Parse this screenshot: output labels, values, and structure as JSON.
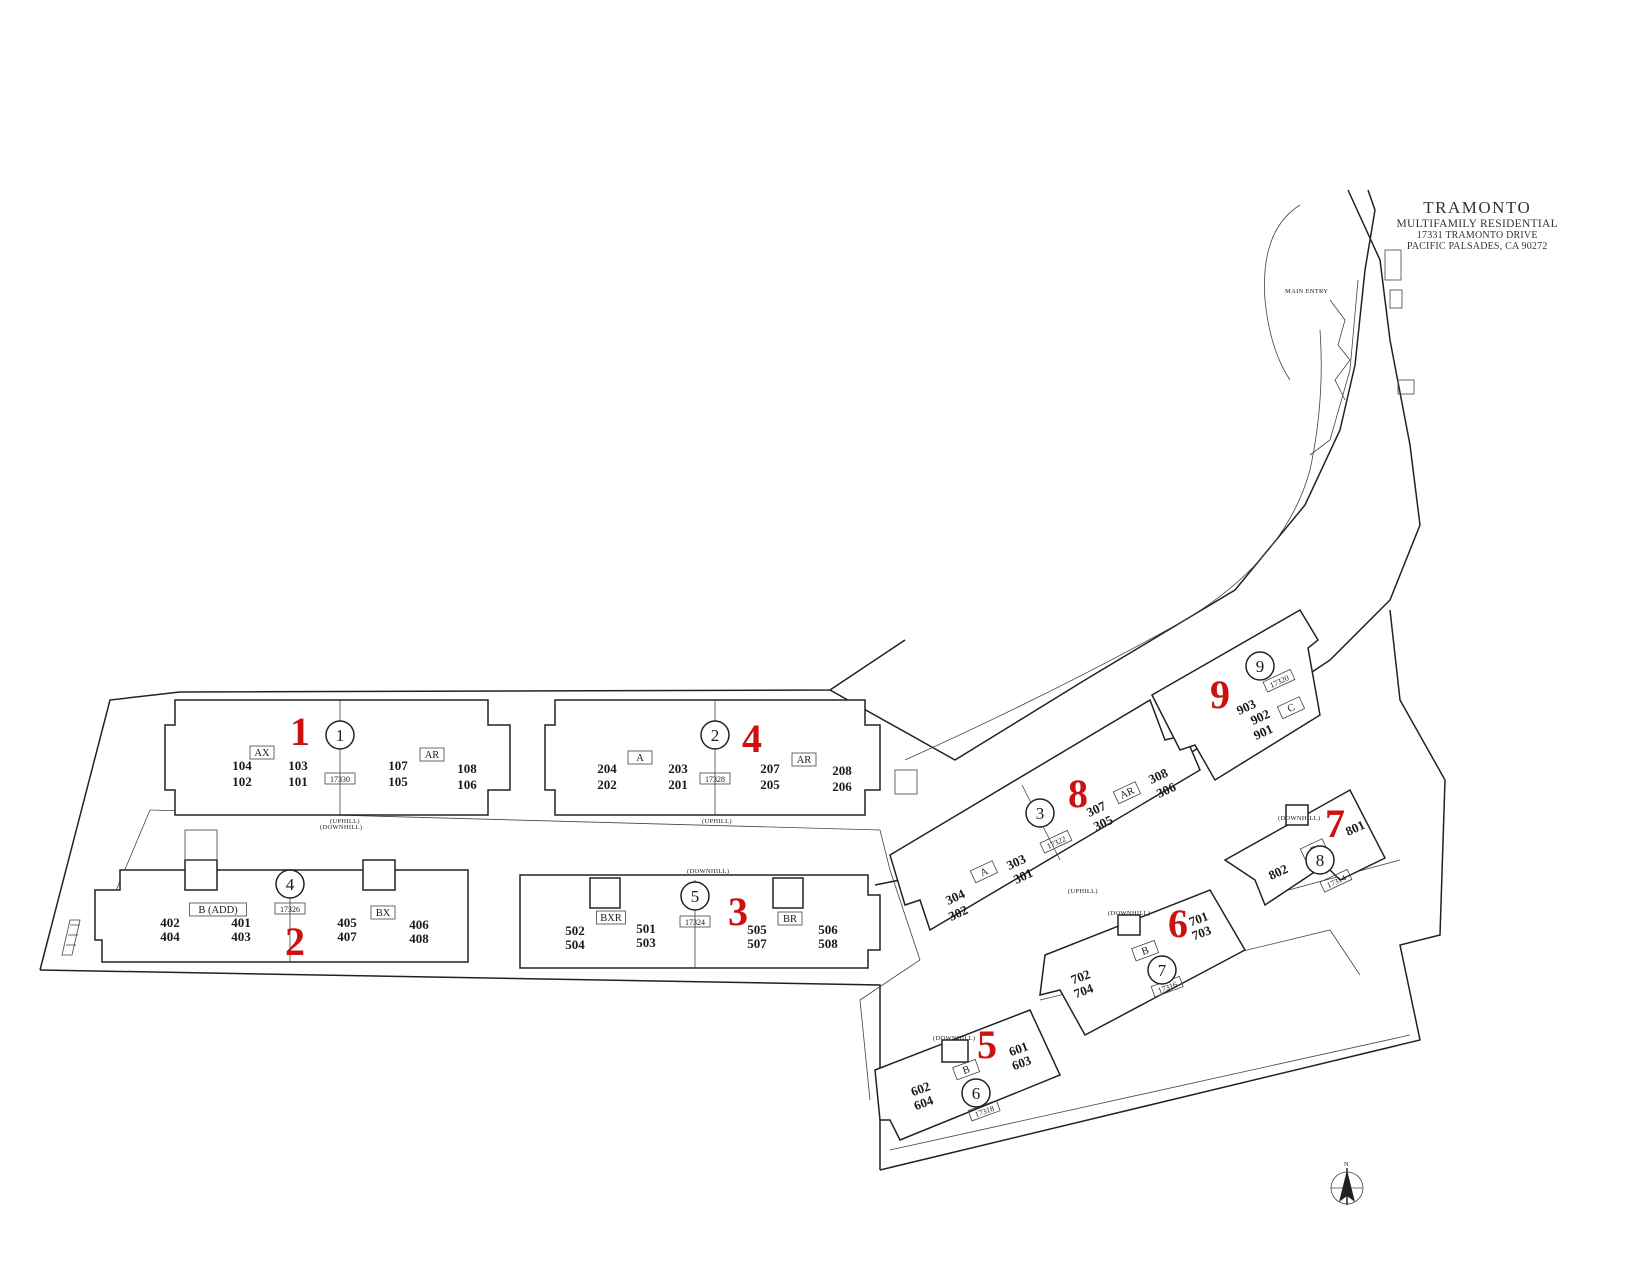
{
  "header": {
    "title": "TRAMONTO",
    "subtitle": "MULTIFAMILY RESIDENTIAL",
    "address_line1": "17331 TRAMONTO DRIVE",
    "address_line2": "PACIFIC PALSADES, CA 90272"
  },
  "labels": {
    "downhill": "(DOWNHILL)",
    "uphill": "(UPHILL)",
    "main_entry": "MAIN ENTRY",
    "north": "N"
  },
  "red_numbers": [
    "1",
    "2",
    "3",
    "4",
    "5",
    "6",
    "7",
    "8",
    "9"
  ],
  "circle_numbers": [
    "1",
    "2",
    "3",
    "4",
    "5",
    "6",
    "7",
    "8",
    "9"
  ],
  "addresses": [
    "17330",
    "17328",
    "17322",
    "17326",
    "17324",
    "17318",
    "17316",
    "17314",
    "17320"
  ],
  "unit_types": [
    "AX",
    "AR",
    "A",
    "AR",
    "A",
    "AR",
    "B (ADD)",
    "BX",
    "BXR",
    "BR",
    "B",
    "B",
    "D",
    "C"
  ],
  "units": [
    "104",
    "102",
    "103",
    "101",
    "107",
    "105",
    "108",
    "106",
    "204",
    "202",
    "203",
    "201",
    "207",
    "205",
    "208",
    "206",
    "304",
    "302",
    "303",
    "301",
    "307",
    "305",
    "308",
    "306",
    "402",
    "404",
    "401",
    "403",
    "405",
    "407",
    "406",
    "408",
    "502",
    "504",
    "501",
    "503",
    "505",
    "507",
    "506",
    "508",
    "602",
    "604",
    "601",
    "603",
    "702",
    "704",
    "701",
    "703",
    "802",
    "801",
    "903",
    "902",
    "901"
  ]
}
